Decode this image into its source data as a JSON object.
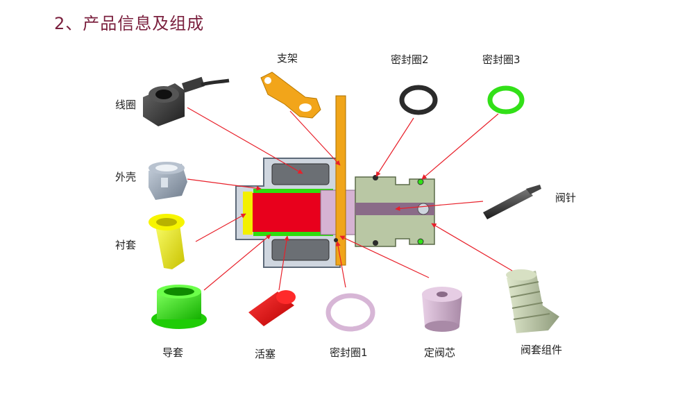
{
  "title": "2、产品信息及组成",
  "labels": {
    "coil": "线圈",
    "bracket": "支架",
    "seal2": "密封圈2",
    "seal3": "密封圈3",
    "housing": "外壳",
    "needle": "阀针",
    "liner": "衬套",
    "guide": "导套",
    "piston": "活塞",
    "seal1": "密封圈1",
    "fixed_core": "定阀芯",
    "valve_sleeve": "阀套组件"
  },
  "colors": {
    "title": "#7a1f3d",
    "leader": "#e8202a",
    "piston": "#e8001c",
    "guide": "#2fdc0e",
    "liner": "#f3f000",
    "bracket": "#f0a51a",
    "core": "#d6b3d3",
    "sleeve": "#b9c7a4",
    "housing": "#8e9aa8",
    "coil": "#3a3a3a"
  }
}
